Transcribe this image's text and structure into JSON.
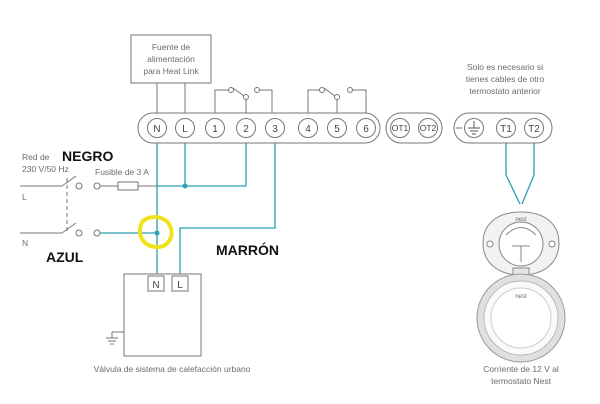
{
  "power_box": {
    "line1": "Fuente de",
    "line2": "alimentación",
    "line3": "para Heat Link"
  },
  "note": {
    "line1": "Solo es necesario si",
    "line2": "tienes cables de otro",
    "line3": "termostato anterior"
  },
  "terminals": {
    "main": [
      "N",
      "L",
      "1",
      "2",
      "3",
      "4",
      "5",
      "6"
    ],
    "ot": [
      "OT1",
      "OT2"
    ],
    "right": [
      "T1",
      "T2"
    ]
  },
  "mains": {
    "line1": "Red de",
    "line2": "230 V/50 Hz",
    "l": "L",
    "n": "N"
  },
  "fuse": "Fusible de 3 A",
  "wire_labels": {
    "negro": "NEGRO",
    "azul": "AZUL",
    "marron": "MARRÓN"
  },
  "valve": {
    "n": "N",
    "l": "L",
    "caption": "Válvula de sistema de calefacción urbano"
  },
  "thermostat": {
    "brand": "nest",
    "brand_small": "nest",
    "caption1": "Corriente de 12 V al",
    "caption2": "termostato Nest"
  },
  "colors": {
    "wire": "#2aa0b0",
    "highlight": "#f0e31a",
    "outline": "#777777"
  }
}
